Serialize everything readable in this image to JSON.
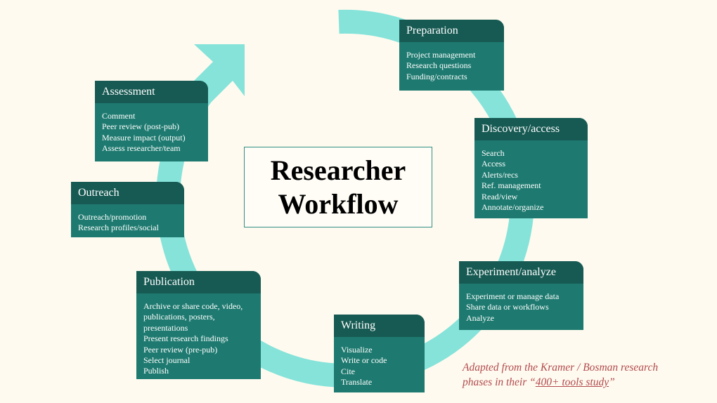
{
  "title": {
    "line1": "Researcher",
    "line2": "Workflow"
  },
  "colors": {
    "ring": "#85e3da",
    "card_body": "#1e7a70",
    "card_header": "#175a53",
    "background": "#fffaef",
    "credit": "#b04a4d"
  },
  "phases": {
    "preparation": {
      "title": "Preparation",
      "items": [
        "Project management",
        "Research questions",
        "Funding/contracts"
      ]
    },
    "discovery": {
      "title": "Discovery/access",
      "items": [
        "Search",
        "Access",
        "Alerts/recs",
        "Ref. management",
        "Read/view",
        "Annotate/organize"
      ]
    },
    "experiment": {
      "title": "Experiment/analyze",
      "items": [
        "Experiment or manage data",
        "Share data or workflows",
        "Analyze"
      ]
    },
    "writing": {
      "title": "Writing",
      "items": [
        "Visualize",
        "Write or code",
        "Cite",
        "Translate"
      ]
    },
    "publication": {
      "title": "Publication",
      "items": [
        "Archive or share code, video,",
        "publications, posters,",
        "presentations",
        "Present research findings",
        "Peer review (pre-pub)",
        "Select journal",
        "Publish"
      ]
    },
    "outreach": {
      "title": "Outreach",
      "items": [
        "Outreach/promotion",
        "Research profiles/social"
      ]
    },
    "assessment": {
      "title": "Assessment",
      "items": [
        "Comment",
        "Peer review (post-pub)",
        "Measure impact (output)",
        "Assess researcher/team"
      ]
    }
  },
  "credit": {
    "line1": "Adapted from the Kramer / Bosman research",
    "line2_prefix": "phases in their “",
    "link_text": "400+ tools study",
    "line2_suffix": "”"
  }
}
